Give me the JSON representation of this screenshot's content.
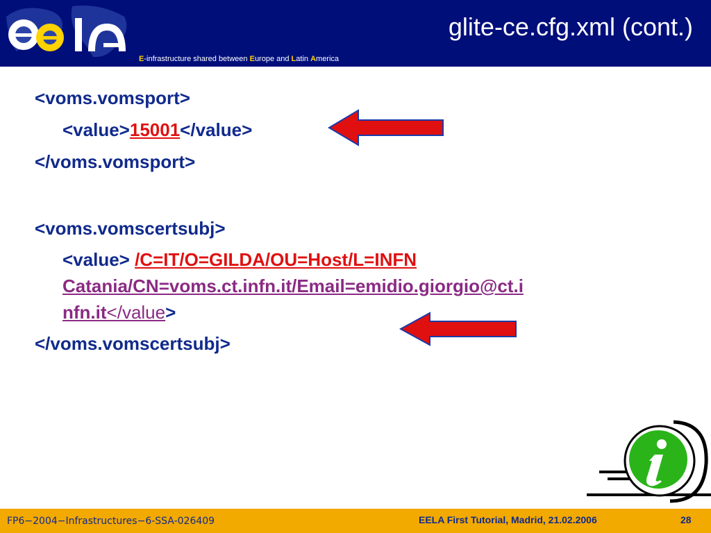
{
  "header": {
    "title": "glite-ce.cfg.xml (cont.)",
    "logo_text": "ee LA",
    "tagline": {
      "e": "E",
      "part1": "-infrastructure shared between ",
      "eu": "E",
      "part2": "urope and ",
      "l": "L",
      "part3": "atin ",
      "a": "A",
      "part4": "merica"
    }
  },
  "content": {
    "vomsport_open": "<voms.vomsport>",
    "value_open": "<value>",
    "port_value": "15001",
    "value_close": "</value>",
    "vomsport_close": "</voms.vomsport>",
    "certsubj_open": "<voms.vomscertsubj>",
    "value_open_2": "<value> ",
    "cert_line1": "/C=IT/O=GILDA/OU=Host/L=INFN",
    "cert_line2": "Catania/CN=voms.ct.infn.it/Email=emidio.giorgio@ct.i",
    "cert_line3": "nfn.it",
    "value_close_2": "</value",
    "gt": ">",
    "certsubj_close": "</voms.vomscertsubj>"
  },
  "footer": {
    "left": "FP6−2004−Infrastructures−6-SSA-026409",
    "event": "EELA First Tutorial, Madrid, 21.02.2006",
    "page": "28"
  },
  "colors": {
    "header_bg": "#000e7a",
    "footer_bg": "#f2a900",
    "text": "#102a8c",
    "highlight": "#e01010",
    "arrow_fill": "#e01010",
    "arrow_stroke": "#1a3aa8",
    "info_green": "#2bb41a"
  },
  "icons": {
    "arrows": "left-arrow-icon",
    "info": "info-icon"
  }
}
